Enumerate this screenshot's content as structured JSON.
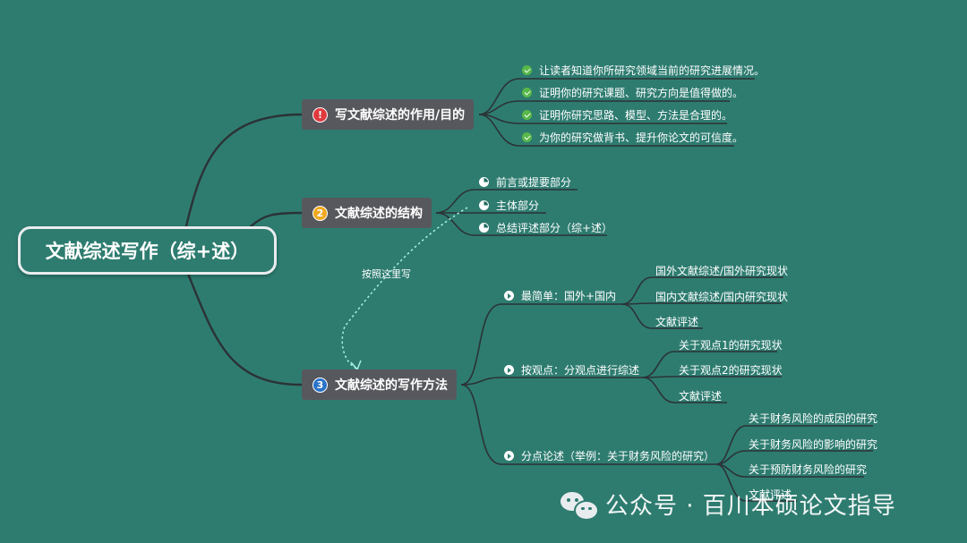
{
  "root": {
    "label": "文献综述写作（综+述）"
  },
  "branches": [
    {
      "badge": "!",
      "badge_color": "#e0393e",
      "label": "写文献综述的作用/目的",
      "items": [
        "让读者知道你所研究领域当前的研究进展情况。",
        "证明你的研究课题、研究方向是值得做的。",
        "证明你研究思路、模型、方法是合理的。",
        "为你的研究做背书、提升你论文的可信度。"
      ]
    },
    {
      "badge": "2",
      "badge_color": "#f0a81e",
      "label": "文献综述的结构",
      "items": [
        "前言或提要部分",
        "主体部分",
        "总结评述部分（综+述）"
      ]
    },
    {
      "badge": "3",
      "badge_color": "#2a72c9",
      "label": "文献综述的写作方法",
      "methods": [
        {
          "label": "最简单：国外+国内",
          "items": [
            "国外文献综述/国外研究现状",
            "国内文献综述/国内研究现状",
            "文献评述"
          ]
        },
        {
          "label": "按观点：分观点进行综述",
          "items": [
            "关于观点1的研究现状",
            "关于观点2的研究现状",
            "文献评述"
          ]
        },
        {
          "label": "分点论述（举例：关于财务风险的研究）",
          "items": [
            "关于财务风险的成因的研究",
            "关于财务风险的影响的研究",
            "关于预防财务风险的研究",
            "文献评述"
          ]
        }
      ]
    }
  ],
  "note": "按照这里写",
  "watermark": "公众号 · 百川本硕论文指导",
  "colors": {
    "background": "#2e7c70",
    "branch_box": "#57585d",
    "line": "#2b3236",
    "dashed_arrow": "#a8f0e6"
  },
  "icons": {
    "purpose_items": "check-circle-icon",
    "structure_items": "pie-quarter-icon",
    "method_items": "play-circle-icon",
    "watermark": "wechat-icon"
  }
}
